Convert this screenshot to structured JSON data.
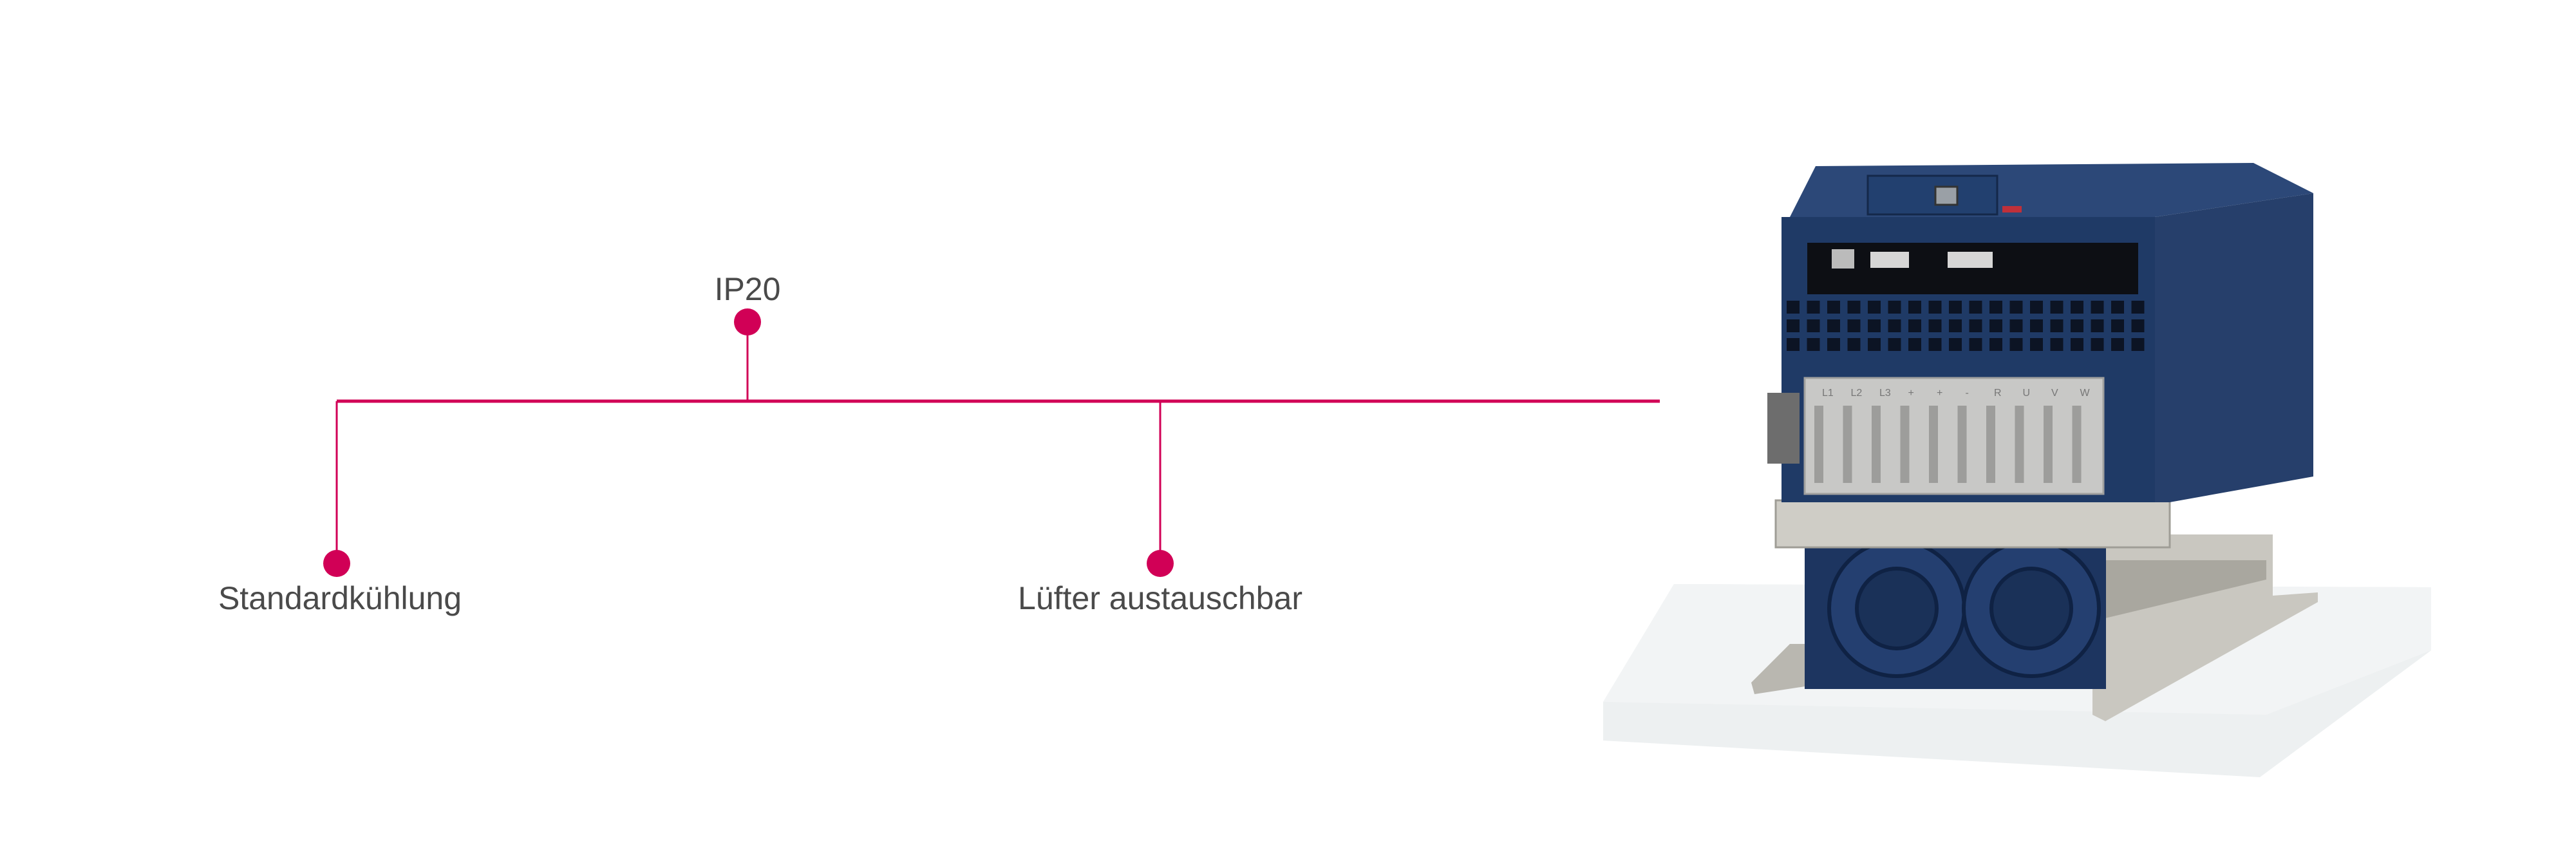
{
  "features": [
    {
      "label": "IP20"
    },
    {
      "label": "Standardkühlung"
    },
    {
      "label": "Lüfter austauschbar"
    }
  ],
  "product_image": {
    "terminal_labels": [
      "L1",
      "L2",
      "L3",
      "+",
      "+",
      "-",
      "R",
      "U",
      "V",
      "W"
    ]
  },
  "colors": {
    "accent": "#d10056",
    "text": "#4a4a4a",
    "housing": "#1f3a66"
  }
}
